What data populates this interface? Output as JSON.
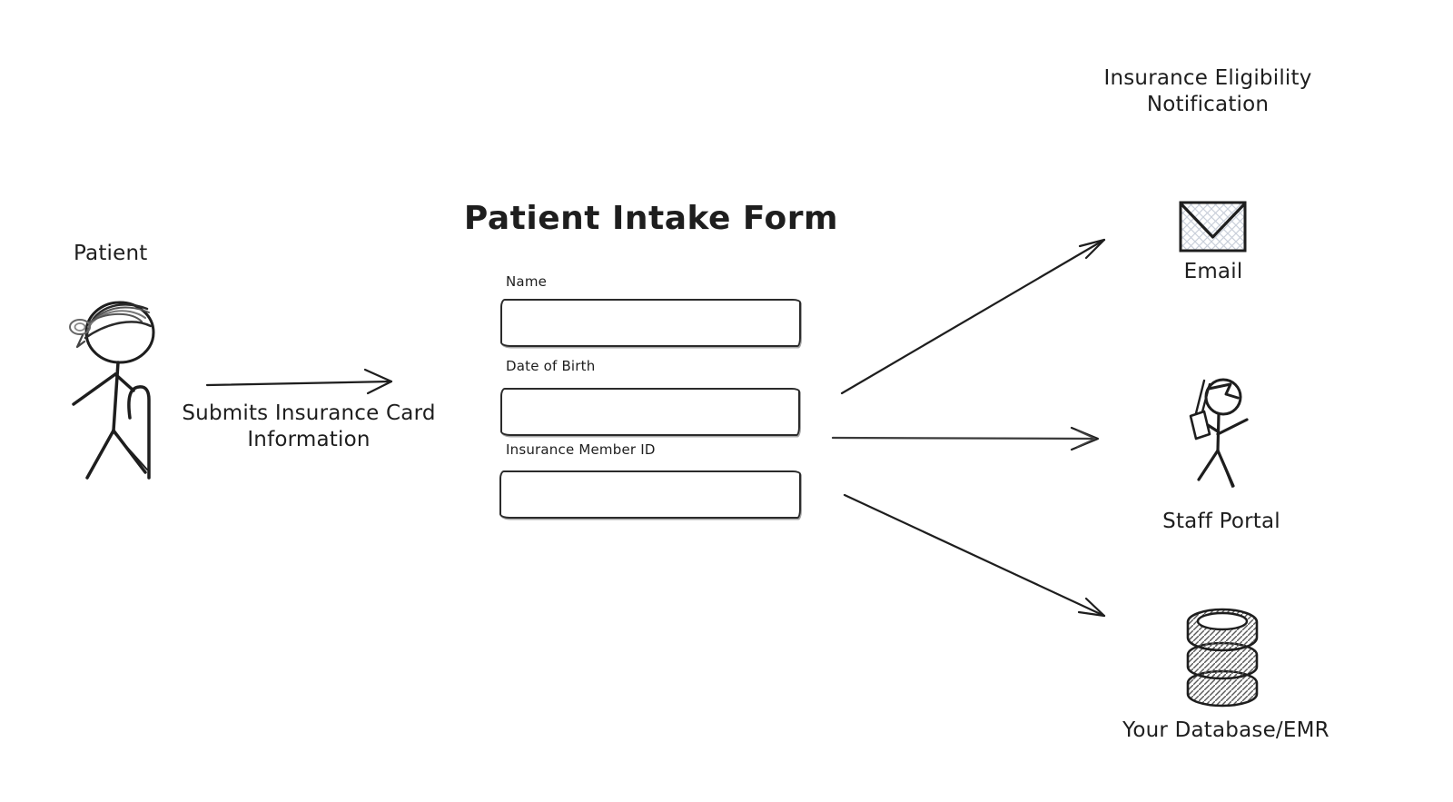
{
  "diagram": {
    "background_color": "#ffffff",
    "ink_color": "#1e1e1e",
    "envelope_hatch_color": "#c9cfda",
    "database_hatch_color": "#5a5a5a"
  },
  "patient": {
    "label": "Patient"
  },
  "submit_flow": {
    "line1": "Submits Insurance Card",
    "line2": "Information"
  },
  "form": {
    "title": "Patient Intake Form",
    "fields": [
      {
        "label": "Name",
        "value": ""
      },
      {
        "label": "Date of Birth",
        "value": ""
      },
      {
        "label": "Insurance Member ID",
        "value": ""
      }
    ]
  },
  "outputs": {
    "notification": {
      "line1": "Insurance Eligibility",
      "line2": "Notification"
    },
    "email": {
      "label": "Email",
      "icon": "envelope-icon"
    },
    "staff_portal": {
      "label": "Staff Portal",
      "icon": "staff-person-icon"
    },
    "database": {
      "label": "Your Database/EMR",
      "icon": "database-icon"
    }
  }
}
